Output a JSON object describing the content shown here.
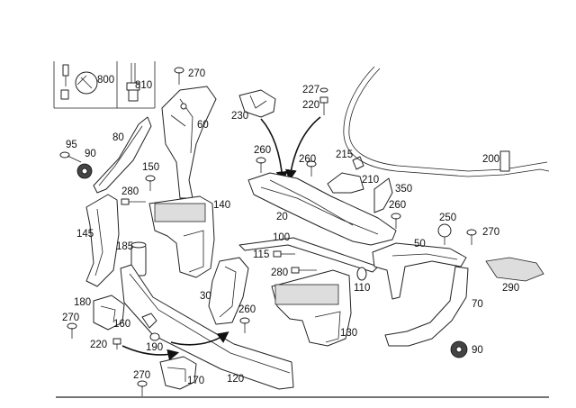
{
  "diagram": {
    "labels": {
      "p800": "800",
      "p810": "810",
      "p270a": "270",
      "p60": "60",
      "p95": "95",
      "p90a": "90",
      "p80": "80",
      "p150": "150",
      "p280a": "280",
      "p140": "140",
      "p145": "145",
      "p185": "185",
      "p230": "230",
      "p227": "227",
      "p220a": "220",
      "p260a": "260",
      "p260b": "260",
      "p215": "215",
      "p200": "200",
      "p210": "210",
      "p350": "350",
      "p20": "20",
      "p260c": "260",
      "p250": "250",
      "p270b": "270",
      "p100": "100",
      "p115": "115",
      "p280b": "280",
      "p50": "50",
      "p290": "290",
      "p110": "110",
      "p70": "70",
      "p30": "30",
      "p260d": "260",
      "p130": "130",
      "p180": "180",
      "p270c": "270",
      "p160": "160",
      "p220b": "220",
      "p190": "190",
      "p90b": "90",
      "p270d": "270",
      "p170": "170",
      "p120": "120"
    }
  }
}
